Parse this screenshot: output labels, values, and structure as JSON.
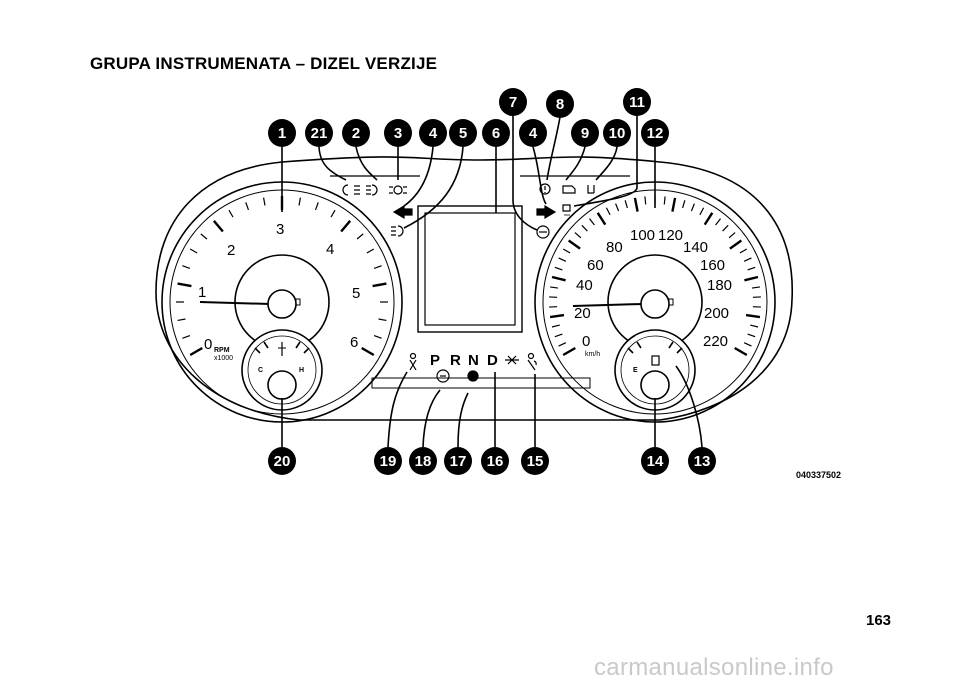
{
  "page": {
    "title": "GRUPA INSTRUMENATA – DIZEL VERZIJE",
    "page_number": "163",
    "figure_code": "040337502",
    "watermark": "carmanualsonline.info"
  },
  "tachometer": {
    "labels": [
      "0",
      "1",
      "2",
      "3",
      "4",
      "5",
      "6"
    ],
    "unit": "RPM",
    "multiplier": "x1000"
  },
  "speedometer": {
    "labels": [
      "0",
      "20",
      "40",
      "60",
      "80",
      "100",
      "120",
      "140",
      "160",
      "180",
      "200",
      "220"
    ],
    "unit": "km/h"
  },
  "temp_gauge": {
    "cold": "C",
    "hot": "H"
  },
  "fuel_gauge": {
    "empty": "E"
  },
  "gear_indicator": [
    "P",
    "R",
    "N",
    "D"
  ],
  "callouts": {
    "c1": "1",
    "c2": "2",
    "c3": "3",
    "c4a": "4",
    "c5": "5",
    "c6": "6",
    "c4b": "4",
    "c7": "7",
    "c8": "8",
    "c9": "9",
    "c10": "10",
    "c11": "11",
    "c12": "12",
    "c13": "13",
    "c14": "14",
    "c15": "15",
    "c16": "16",
    "c17": "17",
    "c18": "18",
    "c19": "19",
    "c20": "20",
    "c21": "21"
  }
}
